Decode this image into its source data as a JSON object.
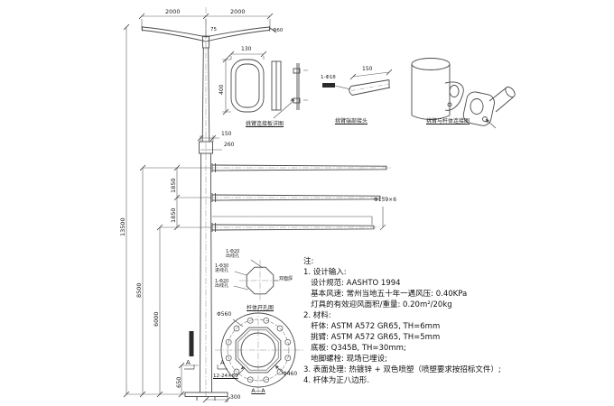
{
  "drawing": {
    "top_assembly": {
      "dim_left": "2000",
      "dim_right": "2000",
      "dim_center": "75",
      "tip_dia": "Φ60"
    },
    "elevation": {
      "dim_total_height": "13500",
      "dim_mid_height": "8500",
      "dim_low_height": "6000",
      "dim_arm_gap_1": "1850",
      "dim_arm_gap_2": "1850",
      "dim_joint_1": "150",
      "dim_joint_2": "260",
      "arm_tube_spec": "Φ159×6",
      "dim_base_height": "650",
      "dim_base_width": "300",
      "section_mark_left": "A",
      "section_mark_right": "A"
    },
    "plate_detail": {
      "dim_width": "130",
      "dim_height": "400",
      "caption": "挑臂连接板详图"
    },
    "tube_detail": {
      "dim_length": "150",
      "hole_label": "1-Φ18",
      "caption": "挑臂端部接头"
    },
    "clamp_detail": {
      "caption": "挑臂与杆体连接图"
    },
    "octagon_detail": {
      "label_top": "1-Φ20\n出线孔",
      "label_left": "1-Φ30\n进线孔",
      "label_bottom": "1-Φ20\n出线孔",
      "label_right": "双面焊",
      "caption": "杆体开孔图"
    },
    "flange_detail": {
      "dim_outer": "Φ560",
      "bolt_slots": "12-24×60",
      "dim_bolt_circle": "Φ460",
      "caption": "A—A"
    },
    "notes": {
      "title": "注:",
      "lines": [
        "1. 设计输入:",
        "   设计规范: AASHTO 1994",
        "   基本风速: 常州当地五十年一遇风压: 0.40KPa",
        "   灯具的有效迎风面积/重量: 0.20m²/20kg",
        "2. 材料:",
        "   杆体: ASTM A572 GR65, TH=6mm",
        "   挑臂: ASTM A572 GR65, TH=5mm",
        "   底板: Q345B, TH=30mm;",
        "   地脚螺栓: 现场已埋设;",
        "3. 表面处理: 热镀锌 + 双色喷塑（喷塑要求按招标文件）;",
        "4. 杆体为正八边形."
      ]
    }
  }
}
